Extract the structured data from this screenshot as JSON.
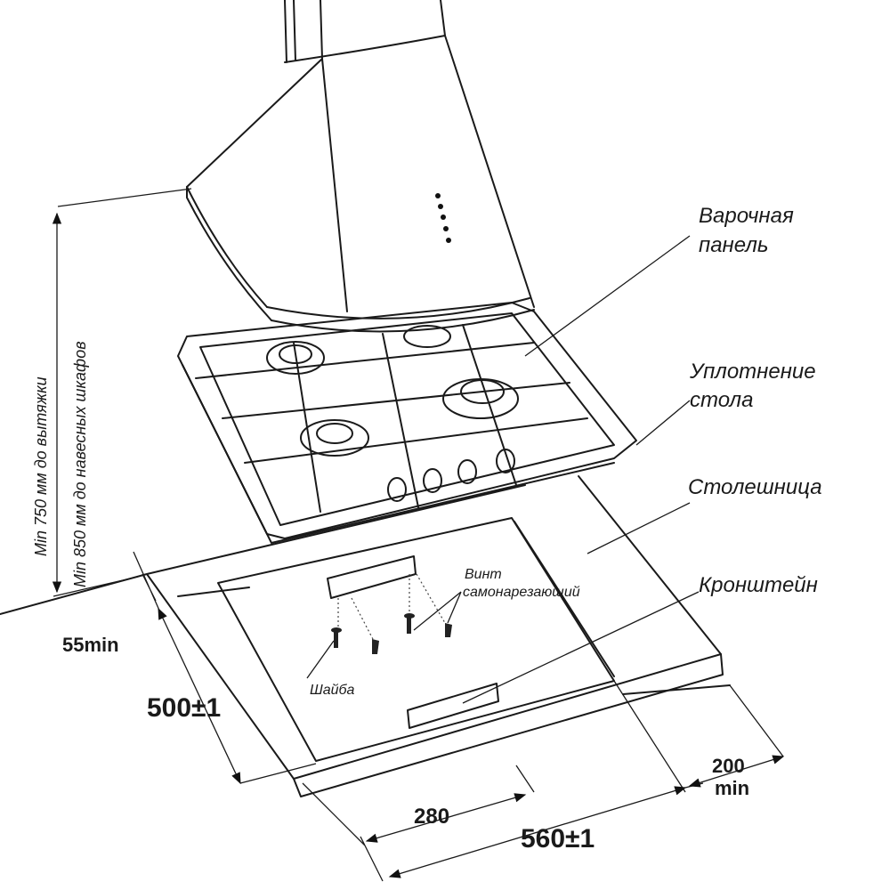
{
  "labels": {
    "hob": [
      "Варочная",
      "панель"
    ],
    "seal": [
      "Уплотнение",
      "стола"
    ],
    "countertop": "Столешница",
    "bracket": "Кронштейн",
    "screw": [
      "Винт",
      "самонарезающий"
    ],
    "washer": "Шайба"
  },
  "clearance": {
    "hood": "Min 750 мм до вытяжки",
    "cabinets": "Min 850 мм до навесных шкафов"
  },
  "dimensions": {
    "edge_offset": "55min",
    "depth": "500±1",
    "bracket_spacing": "280",
    "width": "560±1",
    "side_clearance": [
      "200",
      "min"
    ]
  }
}
